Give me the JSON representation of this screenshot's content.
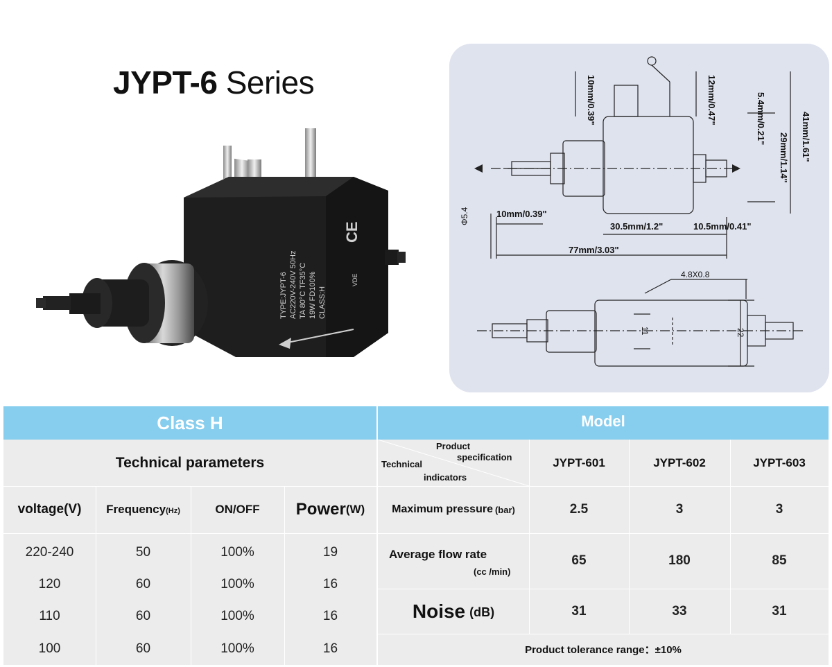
{
  "heading": {
    "model_prefix": "JYPT-6",
    "suffix": "Series"
  },
  "product_label": {
    "type": "TYPE:JYPT-6",
    "voltage": "AC220V-240V  50Hz",
    "temp": "TA 80°C TF35°C",
    "power_fd": "19W     FD100%",
    "class": "CLASS:H",
    "ce_mark": "CE",
    "vde_mark": "VDE"
  },
  "diagram": {
    "dims": {
      "d1": "10mm/0.39\"",
      "d2": "12mm/0.47\"",
      "d3": "5.4mm/0.21\"",
      "d4": "29mm/1.14\"",
      "d5": "41mm/1.61\"",
      "d6": "Φ5.4",
      "d7": "10mm/0.39\"",
      "d8": "30.5mm/1.2\"",
      "d9": "10.5mm/0.41\"",
      "d10": "77mm/3.03\"",
      "d11": "4.8X0.8",
      "d12": "11",
      "d13": "22"
    }
  },
  "left_table": {
    "class_label": "Class H",
    "title": "Technical parameters",
    "headers": {
      "voltage": "voltage",
      "voltage_unit": "(V)",
      "frequency": "Frequency",
      "frequency_unit": "(Hz)",
      "onoff": "ON/OFF",
      "power": "Power",
      "power_unit": "(W)"
    },
    "rows": [
      {
        "voltage": "220-240",
        "frequency": "50",
        "onoff": "100%",
        "power": "19"
      },
      {
        "voltage": "120",
        "frequency": "60",
        "onoff": "100%",
        "power": "16"
      },
      {
        "voltage": "110",
        "frequency": "60",
        "onoff": "100%",
        "power": "16"
      },
      {
        "voltage": "100",
        "frequency": "60",
        "onoff": "100%",
        "power": "16"
      }
    ]
  },
  "right_table": {
    "model_label": "Model",
    "corner": {
      "product": "Product",
      "specification": "specification",
      "technical": "Technical",
      "indicators": "indicators"
    },
    "models": [
      "JYPT-601",
      "JYPT-602",
      "JYPT-603"
    ],
    "rows": [
      {
        "label": "Maximum pressure",
        "unit": "(bar)",
        "values": [
          "2.5",
          "3",
          "3"
        ]
      },
      {
        "label": "Average flow rate",
        "unit": "(cc /min)",
        "values": [
          "65",
          "180",
          "85"
        ]
      },
      {
        "label": "Noise",
        "unit": "(dB)",
        "values": [
          "31",
          "33",
          "31"
        ]
      }
    ],
    "tolerance": "Product tolerance range：±10%"
  }
}
